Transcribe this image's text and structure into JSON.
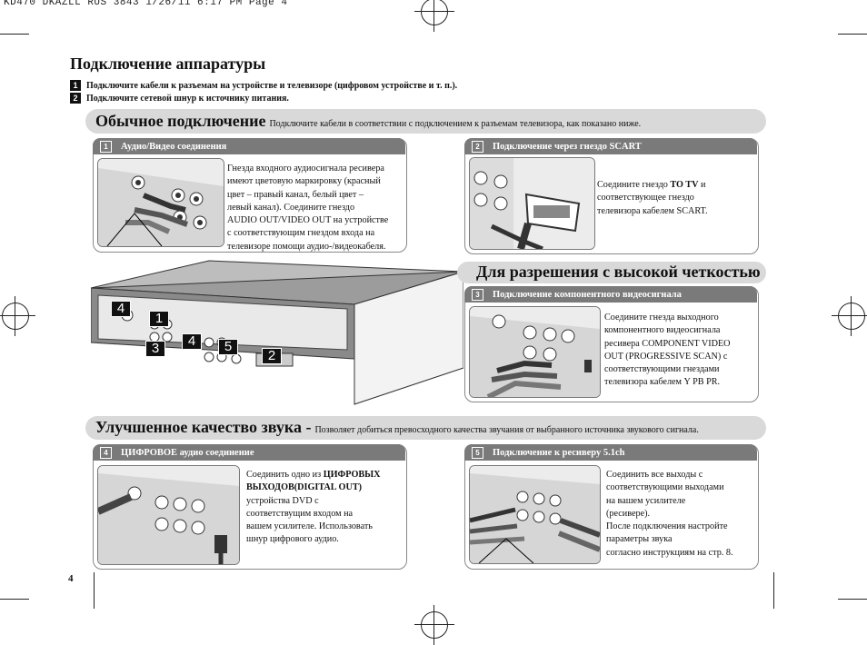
{
  "print_header": "KD470 DKAZLL RUS 3843  1/26/11  6:17 PM  Page 4",
  "title": "Подключение аппаратуры",
  "steps": [
    {
      "num": "1",
      "text": "Подключите кабели к разъемам на устройстве и телевизоре (цифровом устройстве и т. п.)."
    },
    {
      "num": "2",
      "text": "Подключите сетевой шнур к источнику питания."
    }
  ],
  "section_normal": {
    "title": "Обычное подключение",
    "desc": "Подключите кабели в соответствии с подключением к разъемам телевизора, как показано ниже."
  },
  "section_hd": {
    "title": "Для разрешения с высокой четкостью"
  },
  "section_sound": {
    "title": "Улучшенное качество звука -",
    "desc": "Позволяет добиться превосходного качества звучания от выбранного источника звукового сигнала."
  },
  "panels": {
    "p1": {
      "num": "1",
      "title": "Аудио/Видео соединения",
      "lines": [
        "Гнезда входного аудиосигнала ресивера",
        "имеют цветовую маркировку (красный",
        "цвет – правый канал, белый цвет –",
        "левый канал).  Соедините гнездо",
        "AUDIO OUT/VIDEO OUT на устройстве",
        "с соответствующим гнездом входа на",
        "телевизоре помощи аудио-/видеокабеля."
      ]
    },
    "p2": {
      "num": "2",
      "title": "Подключение через гнездо SCART",
      "l1a": "Соедините гнездо ",
      "l1b": "TO TV",
      "l1c": " и",
      "l2": "соответствующее гнездо",
      "l3": "телевизора кабелем SCART."
    },
    "p3": {
      "num": "3",
      "title": "Подключение компонентного видеосигнала",
      "lines": [
        "Соедините гнезда выходного",
        "компонентного видеосигнала",
        "ресивера COMPONENT VIDEO",
        "OUT (PROGRESSIVE SCAN) с",
        "соответствующими гнездами",
        "телевизора кабелем Y PB PR."
      ]
    },
    "p4": {
      "num": "4",
      "title": "ЦИФРОВОЕ аудио соединение",
      "l1a": "Соединить одно из ",
      "l1b": "ЦИФРОВЫХ",
      "l2": "ВЫХОДОВ(DIGITAL OUT)",
      "lines": [
        "устройства DVD с",
        "соответствущим  входом на",
        "вашем усилителе. Использовать",
        "шнур цифрового аудио."
      ]
    },
    "p5": {
      "num": "5",
      "title": "Подключение к ресиверу 5.1ch",
      "lines": [
        "Соединить все выходы с",
        "соответствующими выходами",
        "на вашем усилителе",
        "(ресивере).",
        "После подключения настройте",
        "параметры звука",
        "согласно инструкциям на стр. 8."
      ]
    }
  },
  "device_callouts": [
    "4",
    "1",
    "3",
    "4",
    "5",
    "2"
  ],
  "page_number": "4"
}
